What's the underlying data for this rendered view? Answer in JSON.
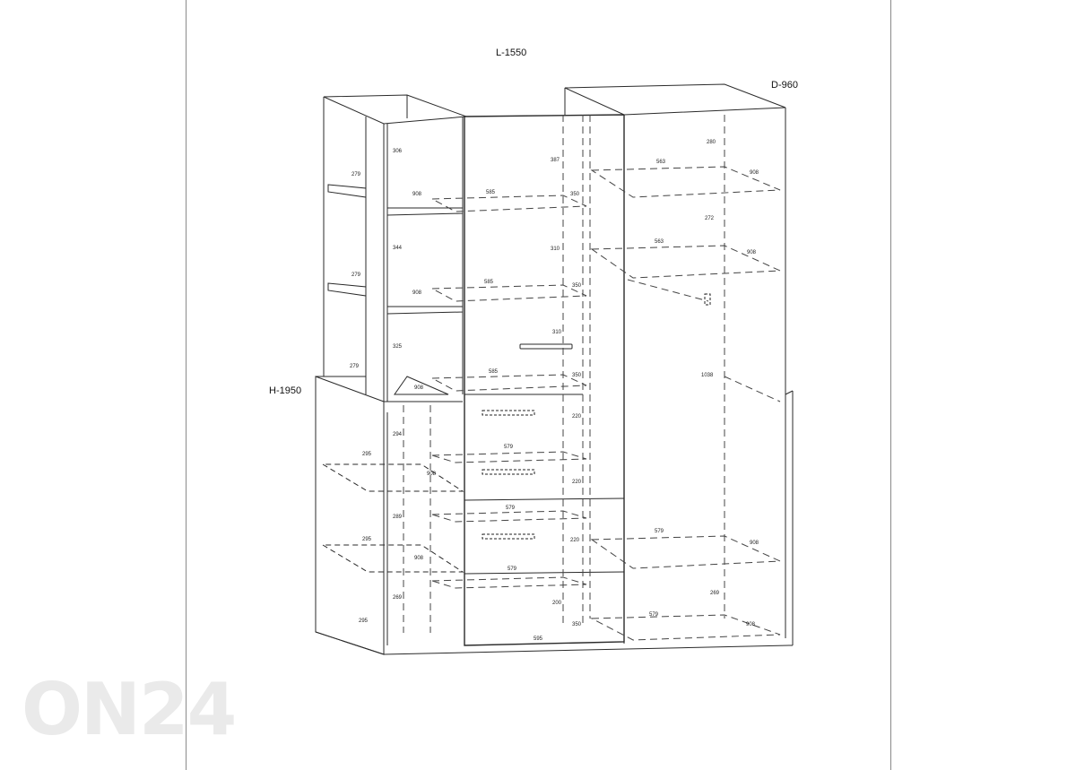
{
  "overall": {
    "length": "L-1550",
    "depth": "D-960",
    "height": "H-1950"
  },
  "watermark": "ON24",
  "dimensions": {
    "open_shelf_top": [
      "306",
      "279",
      "908",
      "344",
      "279",
      "908",
      "325",
      "279",
      "908"
    ],
    "lower_left": [
      "294",
      "295",
      "908",
      "289",
      "295",
      "908",
      "269",
      "295"
    ],
    "center_column": [
      "387",
      "585",
      "350",
      "310",
      "585",
      "350",
      "310",
      "585",
      "350",
      "220",
      "579",
      "220",
      "579",
      "220",
      "579",
      "200",
      "350",
      "595"
    ],
    "right_wardrobe": [
      "280",
      "563",
      "908",
      "272",
      "563",
      "908",
      "1038",
      "579",
      "908",
      "269",
      "579",
      "908"
    ]
  },
  "colors": {
    "line": "#2a2a2a",
    "dash": "#444444",
    "rule": "#8a8a8a",
    "watermark": "#eaeaea"
  }
}
